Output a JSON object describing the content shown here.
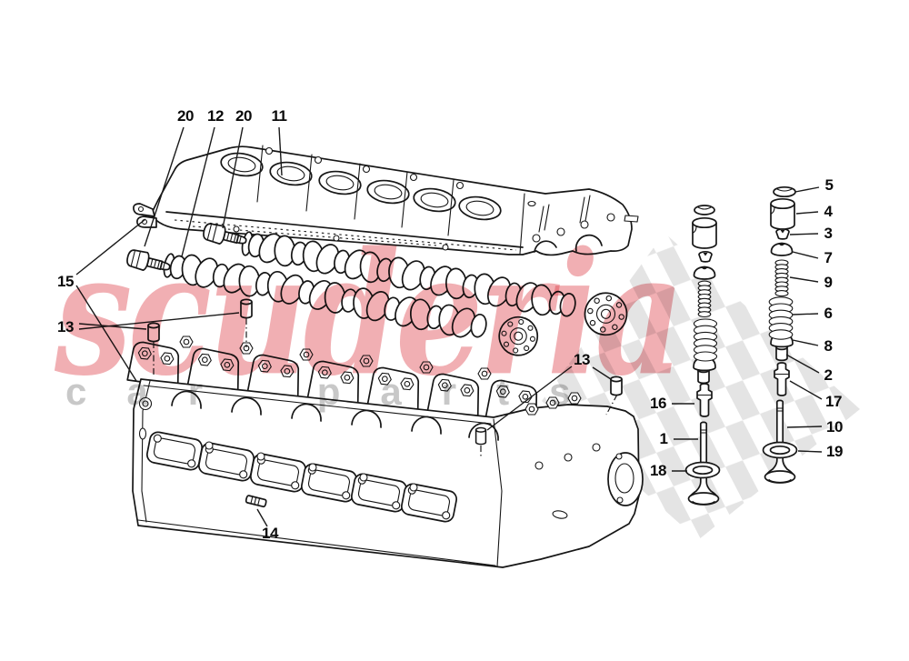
{
  "watermark": {
    "brand": "scuderia",
    "subtext": "car parts"
  },
  "colors": {
    "line": "#161616",
    "brand_red": "#dc3d46",
    "checker_gray": "#e4e4e4",
    "subtext_gray": "#8e8e8e"
  },
  "callouts": {
    "c20a": "20",
    "c12": "12",
    "c20b": "20",
    "c11": "11",
    "c15": "15",
    "c13a": "13",
    "c13b": "13",
    "c14": "14",
    "c16": "16",
    "c1": "1",
    "c18": "18",
    "c5": "5",
    "c4": "4",
    "c3": "3",
    "c7": "7",
    "c9": "9",
    "c6": "6",
    "c8": "8",
    "c2": "2",
    "c17": "17",
    "c10": "10",
    "c19": "19"
  }
}
